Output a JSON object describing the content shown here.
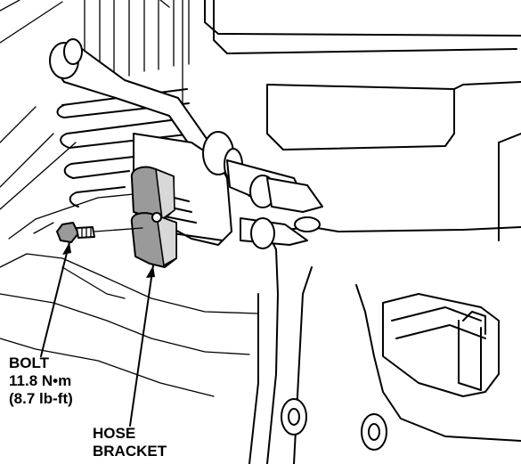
{
  "labels": {
    "bolt": {
      "name": "BOLT",
      "torque_metric": "11.8 N•m",
      "torque_imperial": "(8.7 lb-ft)"
    },
    "hose_bracket": {
      "line1": "HOSE",
      "line2": "BRACKET"
    }
  }
}
